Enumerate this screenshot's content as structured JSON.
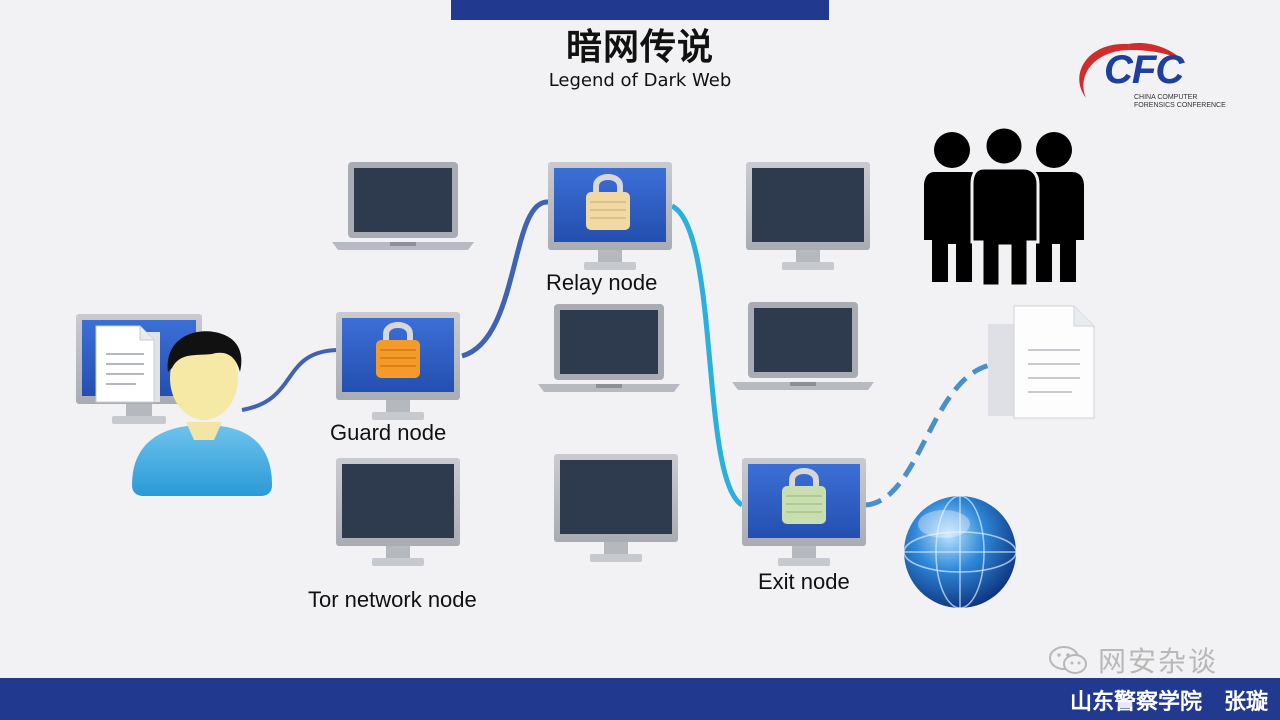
{
  "header": {
    "title_zh": "暗网传说",
    "title_en": "Legend of Dark Web"
  },
  "logo": {
    "main": "CFC",
    "sub_line1": "CHINA COMPUTER",
    "sub_line2": "FORENSICS CONFERENCE",
    "colors": {
      "red": "#d22b2b",
      "blue": "#1e3f9c"
    }
  },
  "diagram": {
    "labels": {
      "guard": "Guard node",
      "relay": "Relay node",
      "exit": "Exit node",
      "tor": "Tor network node"
    },
    "colors": {
      "path_guard_relay": "#3f62b3",
      "path_relay_exit": "#2ab0dc",
      "path_exit_doc": "#4a8fc7",
      "screen_blue": "#2f5ec6",
      "screen_dark": "#2e3b4e"
    }
  },
  "footer": {
    "text": "山东警察学院　张璇",
    "watermark": "网安杂谈"
  }
}
